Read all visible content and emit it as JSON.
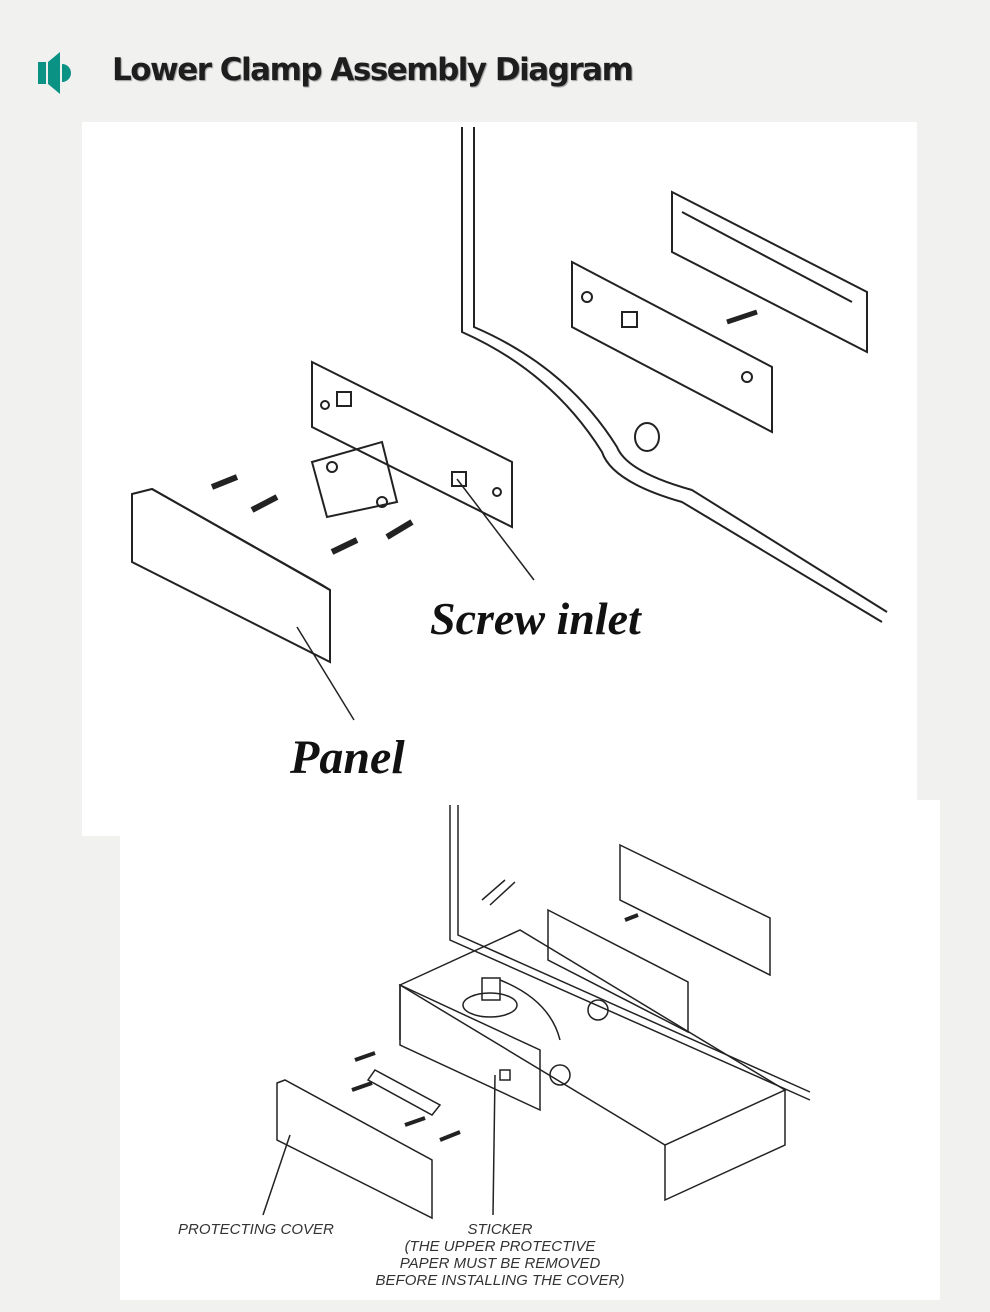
{
  "header": {
    "icon": "speaker-icon",
    "title": "Lower Clamp Assembly Diagram",
    "accent_color": "#0a9384"
  },
  "diagram_top": {
    "labels": {
      "screw_inlet": "Screw inlet",
      "panel": "Panel"
    }
  },
  "diagram_bottom": {
    "labels": {
      "protecting_cover": "PROTECTING COVER",
      "sticker": "STICKER",
      "sticker_note": [
        "(THE UPPER PROTECTIVE",
        "PAPER MUST BE REMOVED",
        "BEFORE INSTALLING THE COVER)"
      ]
    }
  }
}
